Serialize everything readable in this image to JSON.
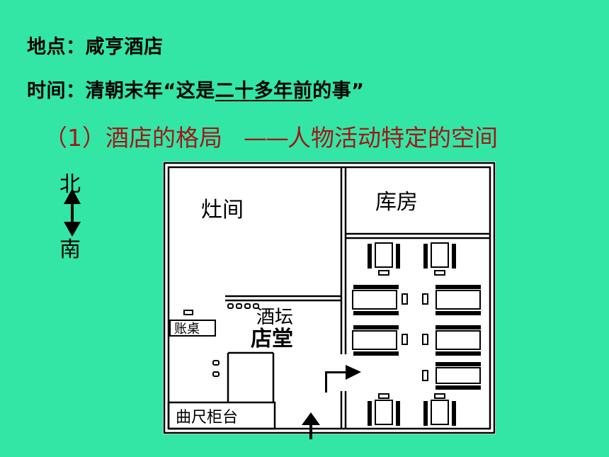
{
  "location": {
    "label": "地点：",
    "value": "咸亨酒店"
  },
  "time": {
    "label": "时间：",
    "value_before": "清朝末年“这是",
    "value_underlined_1": "二十多年前",
    "value_after": "的事”"
  },
  "section_heading": {
    "number": "（1）",
    "title": "酒店的格局",
    "dash": "——",
    "subtitle": "人物活动特定的空间"
  },
  "compass": {
    "north": "北",
    "south": "南"
  },
  "floorplan": {
    "kitchen": "灶间",
    "storeroom": "库房",
    "wine_jars": "酒坛",
    "hall": "店堂",
    "ledger_desk": "账桌",
    "counter": "曲尺柜台"
  },
  "colors": {
    "background": "#33e6a6",
    "heading": "#a01818",
    "plan_fill": "#ffffff",
    "plan_stroke": "#000000"
  }
}
